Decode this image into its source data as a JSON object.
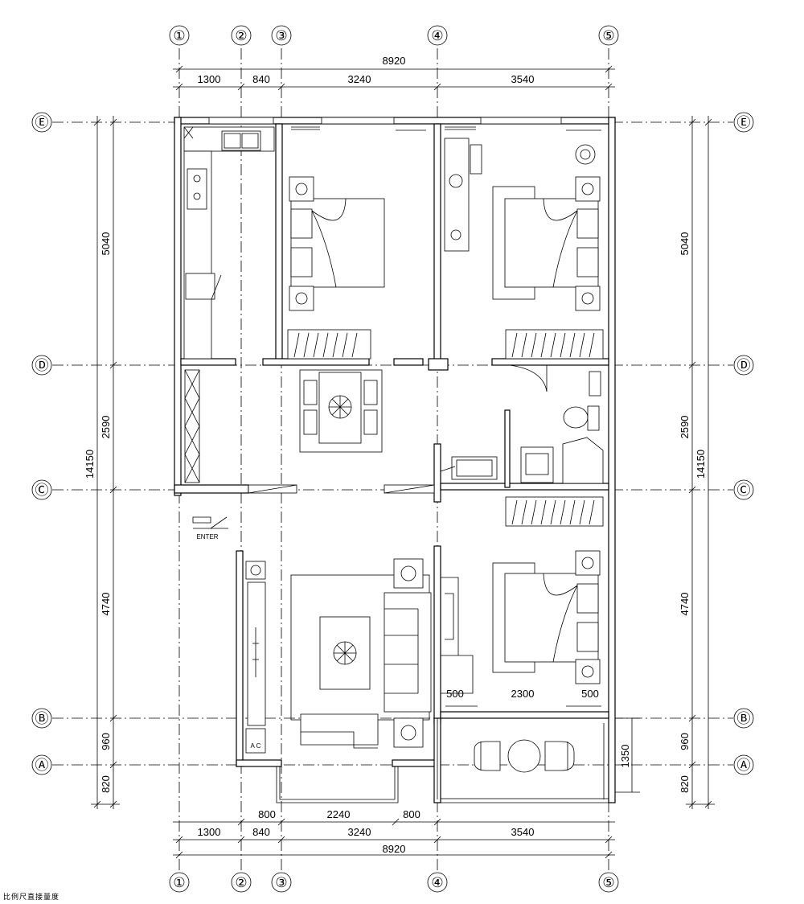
{
  "axes": {
    "vertical": [
      "①",
      "②",
      "③",
      "④",
      "⑤"
    ],
    "horizontal": [
      "Ⓔ",
      "Ⓓ",
      "Ⓒ",
      "Ⓑ",
      "Ⓐ"
    ]
  },
  "dimensions": {
    "top_total": "8920",
    "top_segments": [
      "1300",
      "840",
      "3240",
      "3540"
    ],
    "bottom_balcony": [
      "800",
      "2240",
      "800"
    ],
    "bottom_segments": [
      "1300",
      "840",
      "3240",
      "3540"
    ],
    "bottom_total": "8920",
    "left_segments": [
      "5040",
      "2590",
      "4740",
      "960",
      "820"
    ],
    "left_total": "14150",
    "right_segments": [
      "5040",
      "2590",
      "4740",
      "960",
      "820"
    ],
    "right_total": "14150",
    "bedroom_wardrobe": [
      "500",
      "2300",
      "500"
    ],
    "balcony_depth": "1350"
  },
  "labels": {
    "entry": "ENTER",
    "ac": "A C",
    "scale_note": "比例尺直接量度"
  }
}
